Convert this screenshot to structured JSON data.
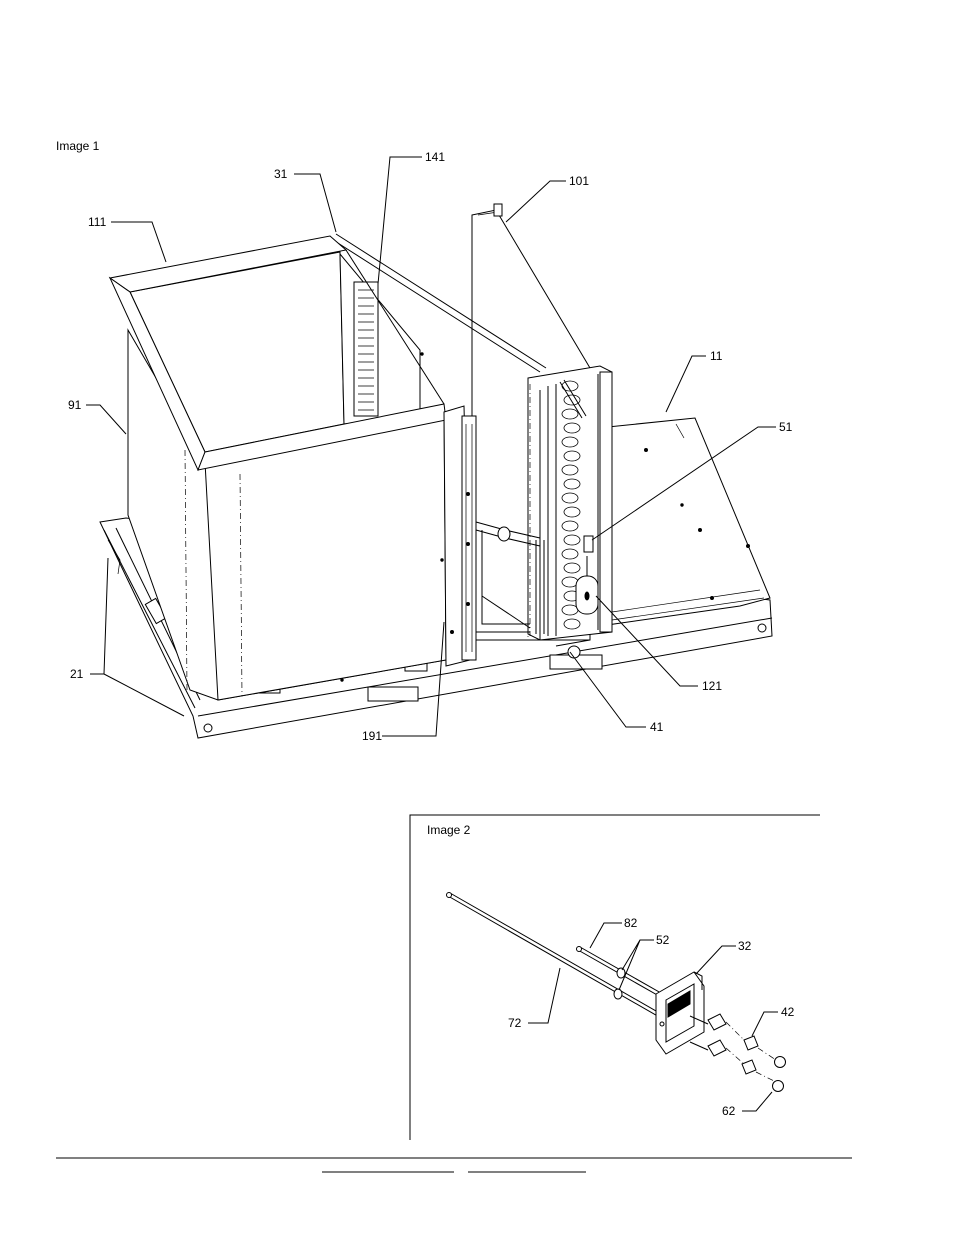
{
  "image1": {
    "caption": "Image 1",
    "callouts": {
      "c11": "11",
      "c21": "21",
      "c31": "31",
      "c41": "41",
      "c51": "51",
      "c91": "91",
      "c101": "101",
      "c111": "111",
      "c121": "121",
      "c141": "141",
      "c191": "191"
    }
  },
  "image2": {
    "caption": "Image 2",
    "callouts": {
      "c32": "32",
      "c42": "42",
      "c52": "52",
      "c62": "62",
      "c72": "72",
      "c82": "82"
    }
  }
}
